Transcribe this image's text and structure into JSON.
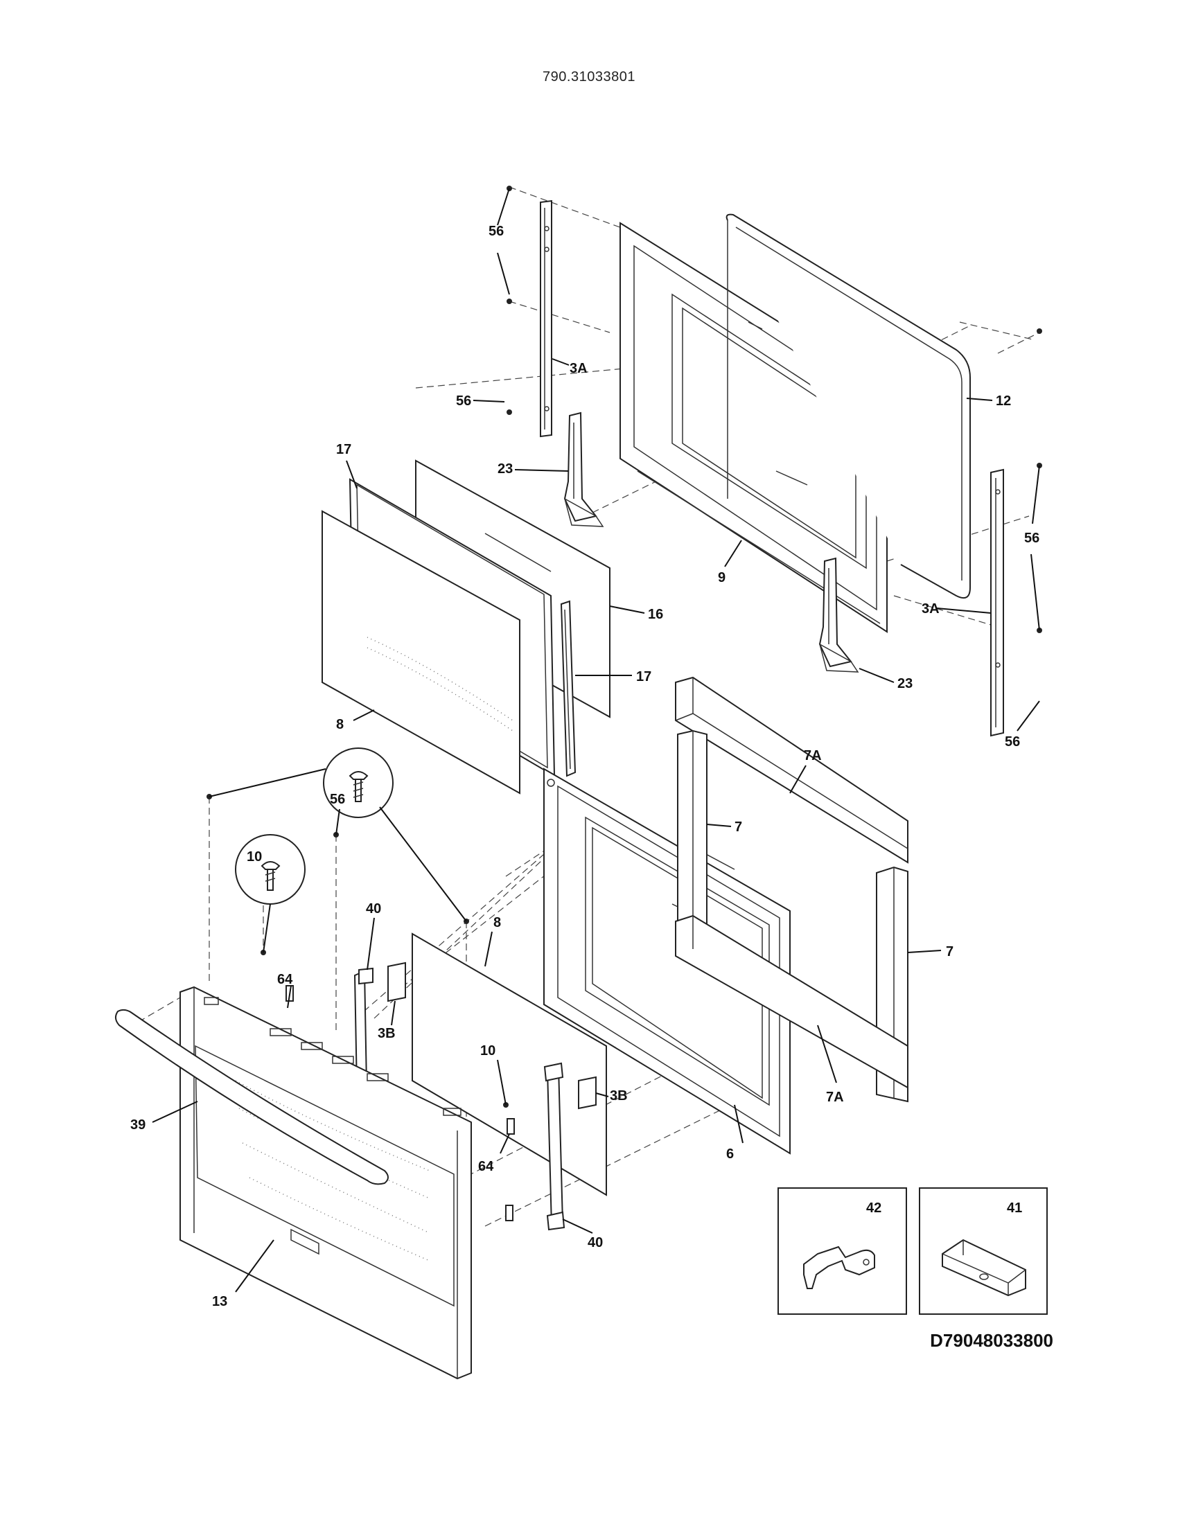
{
  "header": {
    "model_number": "790.31033801"
  },
  "footer": {
    "diagram_code": "D79048033800"
  },
  "callouts": {
    "c56_a": "56",
    "c56_b": "56",
    "c56_c": "56",
    "c56_d": "56",
    "c56_e": "56",
    "c3A_a": "3A",
    "c3A_b": "3A",
    "c12": "12",
    "c23_a": "23",
    "c23_b": "23",
    "c9": "9",
    "c17_a": "17",
    "c17_b": "17",
    "c16": "16",
    "c8_a": "8",
    "c8_b": "8",
    "c7A_a": "7A",
    "c7A_b": "7A",
    "c7_a": "7",
    "c7_b": "7",
    "c10_a": "10",
    "c10_b": "10",
    "c40_a": "40",
    "c40_b": "40",
    "c64_a": "64",
    "c64_b": "64",
    "c3B_a": "3B",
    "c3B_b": "3B",
    "c39": "39",
    "c6": "6",
    "c13": "13",
    "c42": "42",
    "c41": "41"
  }
}
